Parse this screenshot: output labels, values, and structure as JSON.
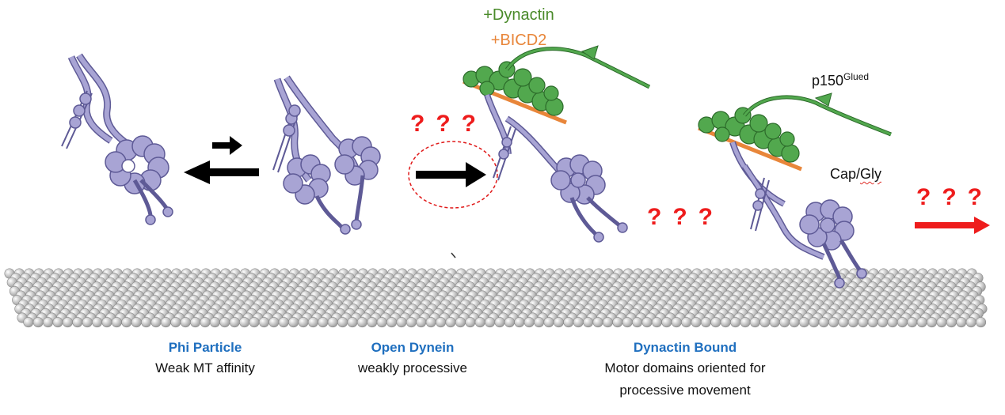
{
  "stages": [
    {
      "title": "Phi Particle",
      "description": "Weak MT affinity"
    },
    {
      "title": "Open Dynein",
      "description": "weakly processive"
    },
    {
      "title": "Dynactin Bound",
      "description_line1": "Motor domains oriented for",
      "description_line2": "processive movement"
    }
  ],
  "labels": {
    "dynactin": "+Dynactin",
    "bicd2": "+BICD2",
    "p150": "p150",
    "p150_sup": "Glued",
    "capgly_prefix": "Cap/",
    "capgly_suffix": "Gly"
  },
  "question_marks": "???",
  "colors": {
    "dynein": "#a8a4d4",
    "dynein_stroke": "#5e5a96",
    "dynactin": "#52a84e",
    "bicd2": "#e8863a",
    "question": "#ee1c1c",
    "title_blue": "#1f6fbf",
    "microtubule": "#d8d8d8"
  }
}
